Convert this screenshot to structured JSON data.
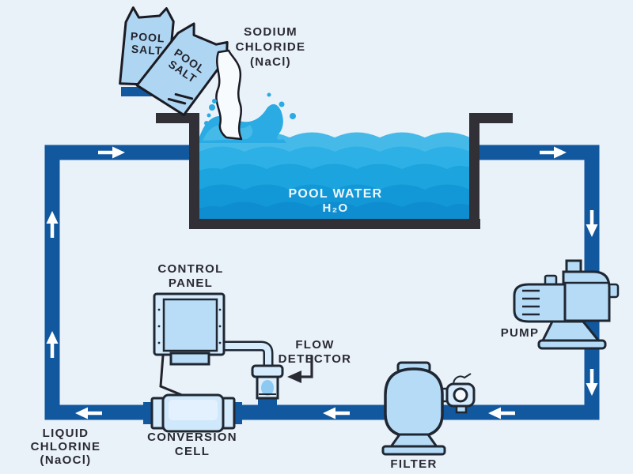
{
  "diagram_title": "Salt water pool chlorination cycle",
  "colors": {
    "background": "#e9f1f9",
    "pipe": "#11589e",
    "pool_wall": "#303036",
    "water_band_1": "#45bae9",
    "water_band_2": "#2db0e5",
    "water_band_3": "#1ca4de",
    "water_band_4": "#1398d7",
    "water_band_5": "#0e8ed0",
    "device_fill": "#b5dbf6",
    "device_fill_light": "#d6ebfc",
    "outline": "#1f2732",
    "label_text": "#2a2a33",
    "arrow": "#ffffff"
  },
  "labels": {
    "salt_bag": {
      "line1": "POOL",
      "line2": "SALT"
    },
    "sodium_chloride": {
      "line1": "SODIUM",
      "line2": "CHLORIDE",
      "line3": "(NaCl)"
    },
    "pool_water": {
      "line1": "POOL WATER",
      "line2": "H₂O"
    },
    "control_panel": {
      "line1": "CONTROL",
      "line2": "PANEL"
    },
    "flow_detector": {
      "line1": "FLOW",
      "line2": "DETECTOR"
    },
    "conversion_cell": {
      "line1": "CONVERSION",
      "line2": "CELL"
    },
    "liquid_chlorine": {
      "line1": "LIQUID",
      "line2": "CHLORINE",
      "line3": "(NaOCl)"
    },
    "pump": "PUMP",
    "filter": "FILTER"
  },
  "flow_arrows": {
    "count": 9,
    "directions": [
      "right-top-left",
      "right-top-right",
      "down-right-upper",
      "down-right-lower",
      "left-bottom-right",
      "left-bottom-middle",
      "left-bottom-left",
      "up-left-lower",
      "up-left-upper"
    ]
  }
}
